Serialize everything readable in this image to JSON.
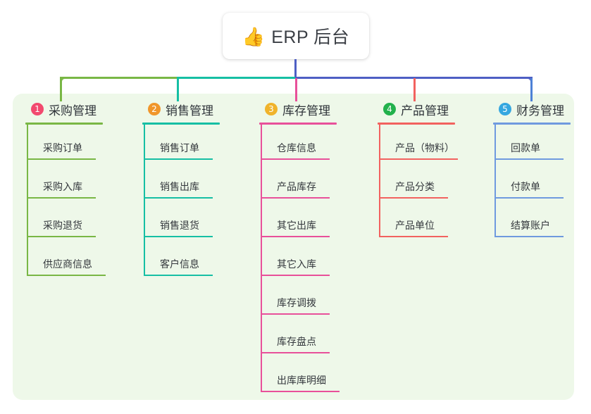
{
  "root": {
    "icon": "thumbs-up-icon",
    "icon_glyph": "👍",
    "title": "ERP 后台"
  },
  "palette": {
    "panel_bg": "#eef8e9",
    "page_bg": "#ffffff",
    "root_stem": "#4e5fc4",
    "text": "#34383d",
    "title_text": "#2f343a"
  },
  "columns": [
    {
      "index": "1",
      "title": "采购管理",
      "badge_color": "#f2496e",
      "line_color": "#79b745",
      "items": [
        {
          "label": "采购订单",
          "wide": false
        },
        {
          "label": "采购入库",
          "wide": false
        },
        {
          "label": "采购退货",
          "wide": false
        },
        {
          "label": "供应商信息",
          "wide": true
        }
      ]
    },
    {
      "index": "2",
      "title": "销售管理",
      "badge_color": "#f0962b",
      "line_color": "#16bfa4",
      "items": [
        {
          "label": "销售订单",
          "wide": false
        },
        {
          "label": "销售出库",
          "wide": false
        },
        {
          "label": "销售退货",
          "wide": false
        },
        {
          "label": "客户信息",
          "wide": false
        }
      ]
    },
    {
      "index": "3",
      "title": "库存管理",
      "badge_color": "#f0b32b",
      "line_color": "#e8509a",
      "items": [
        {
          "label": "仓库信息",
          "wide": false
        },
        {
          "label": "产品库存",
          "wide": false
        },
        {
          "label": "其它出库",
          "wide": false
        },
        {
          "label": "其它入库",
          "wide": false
        },
        {
          "label": "库存调拨",
          "wide": false
        },
        {
          "label": "库存盘点",
          "wide": false
        },
        {
          "label": "出库库明细",
          "wide": true
        }
      ]
    },
    {
      "index": "4",
      "title": "产品管理",
      "badge_color": "#22b14c",
      "line_color": "#f2625f",
      "items": [
        {
          "label": "产品（物料）",
          "wide": true
        },
        {
          "label": "产品分类",
          "wide": false
        },
        {
          "label": "产品单位",
          "wide": false
        }
      ]
    },
    {
      "index": "5",
      "title": "财务管理",
      "badge_color": "#35a7e0",
      "line_color": "#6f9adf",
      "items": [
        {
          "label": "回款单",
          "wide": false
        },
        {
          "label": "付款单",
          "wide": false
        },
        {
          "label": "结算账户",
          "wide": false
        }
      ]
    }
  ]
}
